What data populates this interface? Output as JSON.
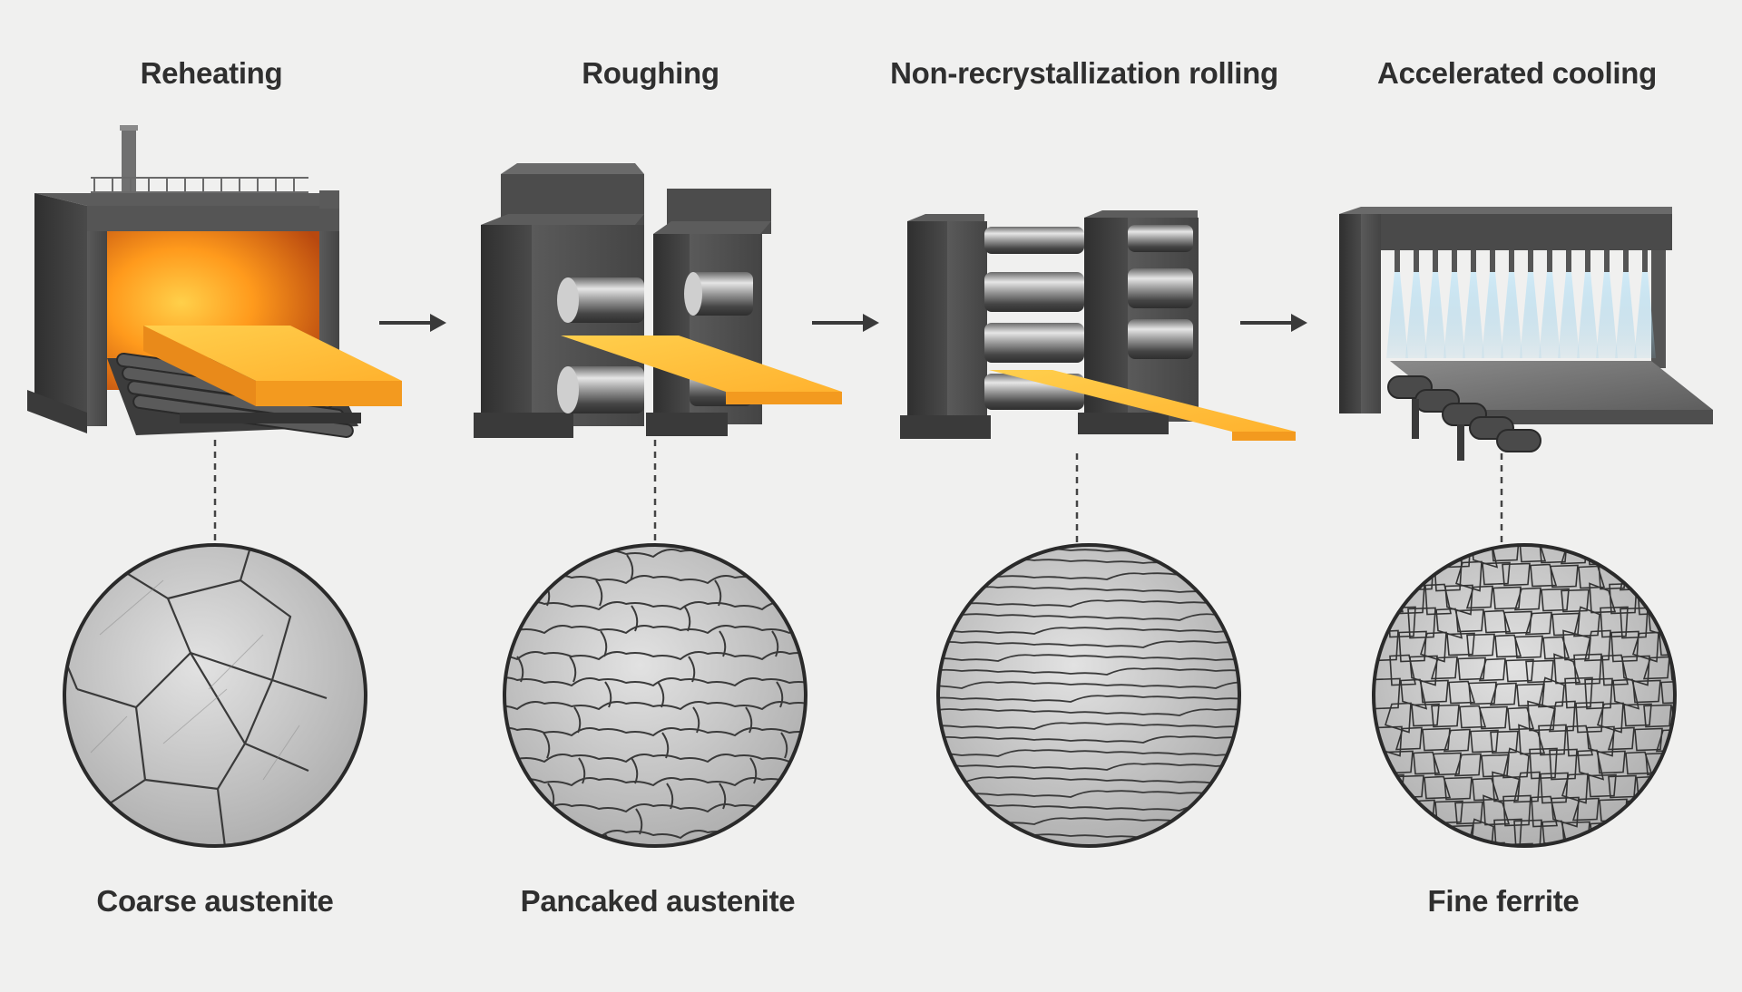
{
  "colors": {
    "background": "#f0f0ef",
    "machine_dark": "#3b3b3b",
    "machine_mid": "#575757",
    "hot_slab": "#f7a52c",
    "hot_slab_top": "#ffc345",
    "furnace_glow": "#ff9a1c",
    "cooled_plate": "#6b6b6b",
    "water_spray": "#9fd2ea",
    "micrograph": "#b9b9b9",
    "text": "#2f2f2f"
  },
  "stages": [
    {
      "title": "Reheating",
      "equipment": "furnace",
      "microstructure_label": "Coarse austenite",
      "grain_type": "coarse-polygonal"
    },
    {
      "title": "Roughing",
      "equipment": "roughing-mill",
      "microstructure_label": "Pancaked austenite",
      "grain_type": "pancaked"
    },
    {
      "title": "Non-recrystallization rolling",
      "equipment": "finishing-mill",
      "microstructure_label": "",
      "grain_type": "elongated-thin"
    },
    {
      "title": "Accelerated cooling",
      "equipment": "water-spray-cooler",
      "microstructure_label": "Fine ferrite",
      "grain_type": "fine-polygonal"
    }
  ],
  "arrows": [
    "arrow-right-icon",
    "arrow-right-icon",
    "arrow-right-icon"
  ]
}
